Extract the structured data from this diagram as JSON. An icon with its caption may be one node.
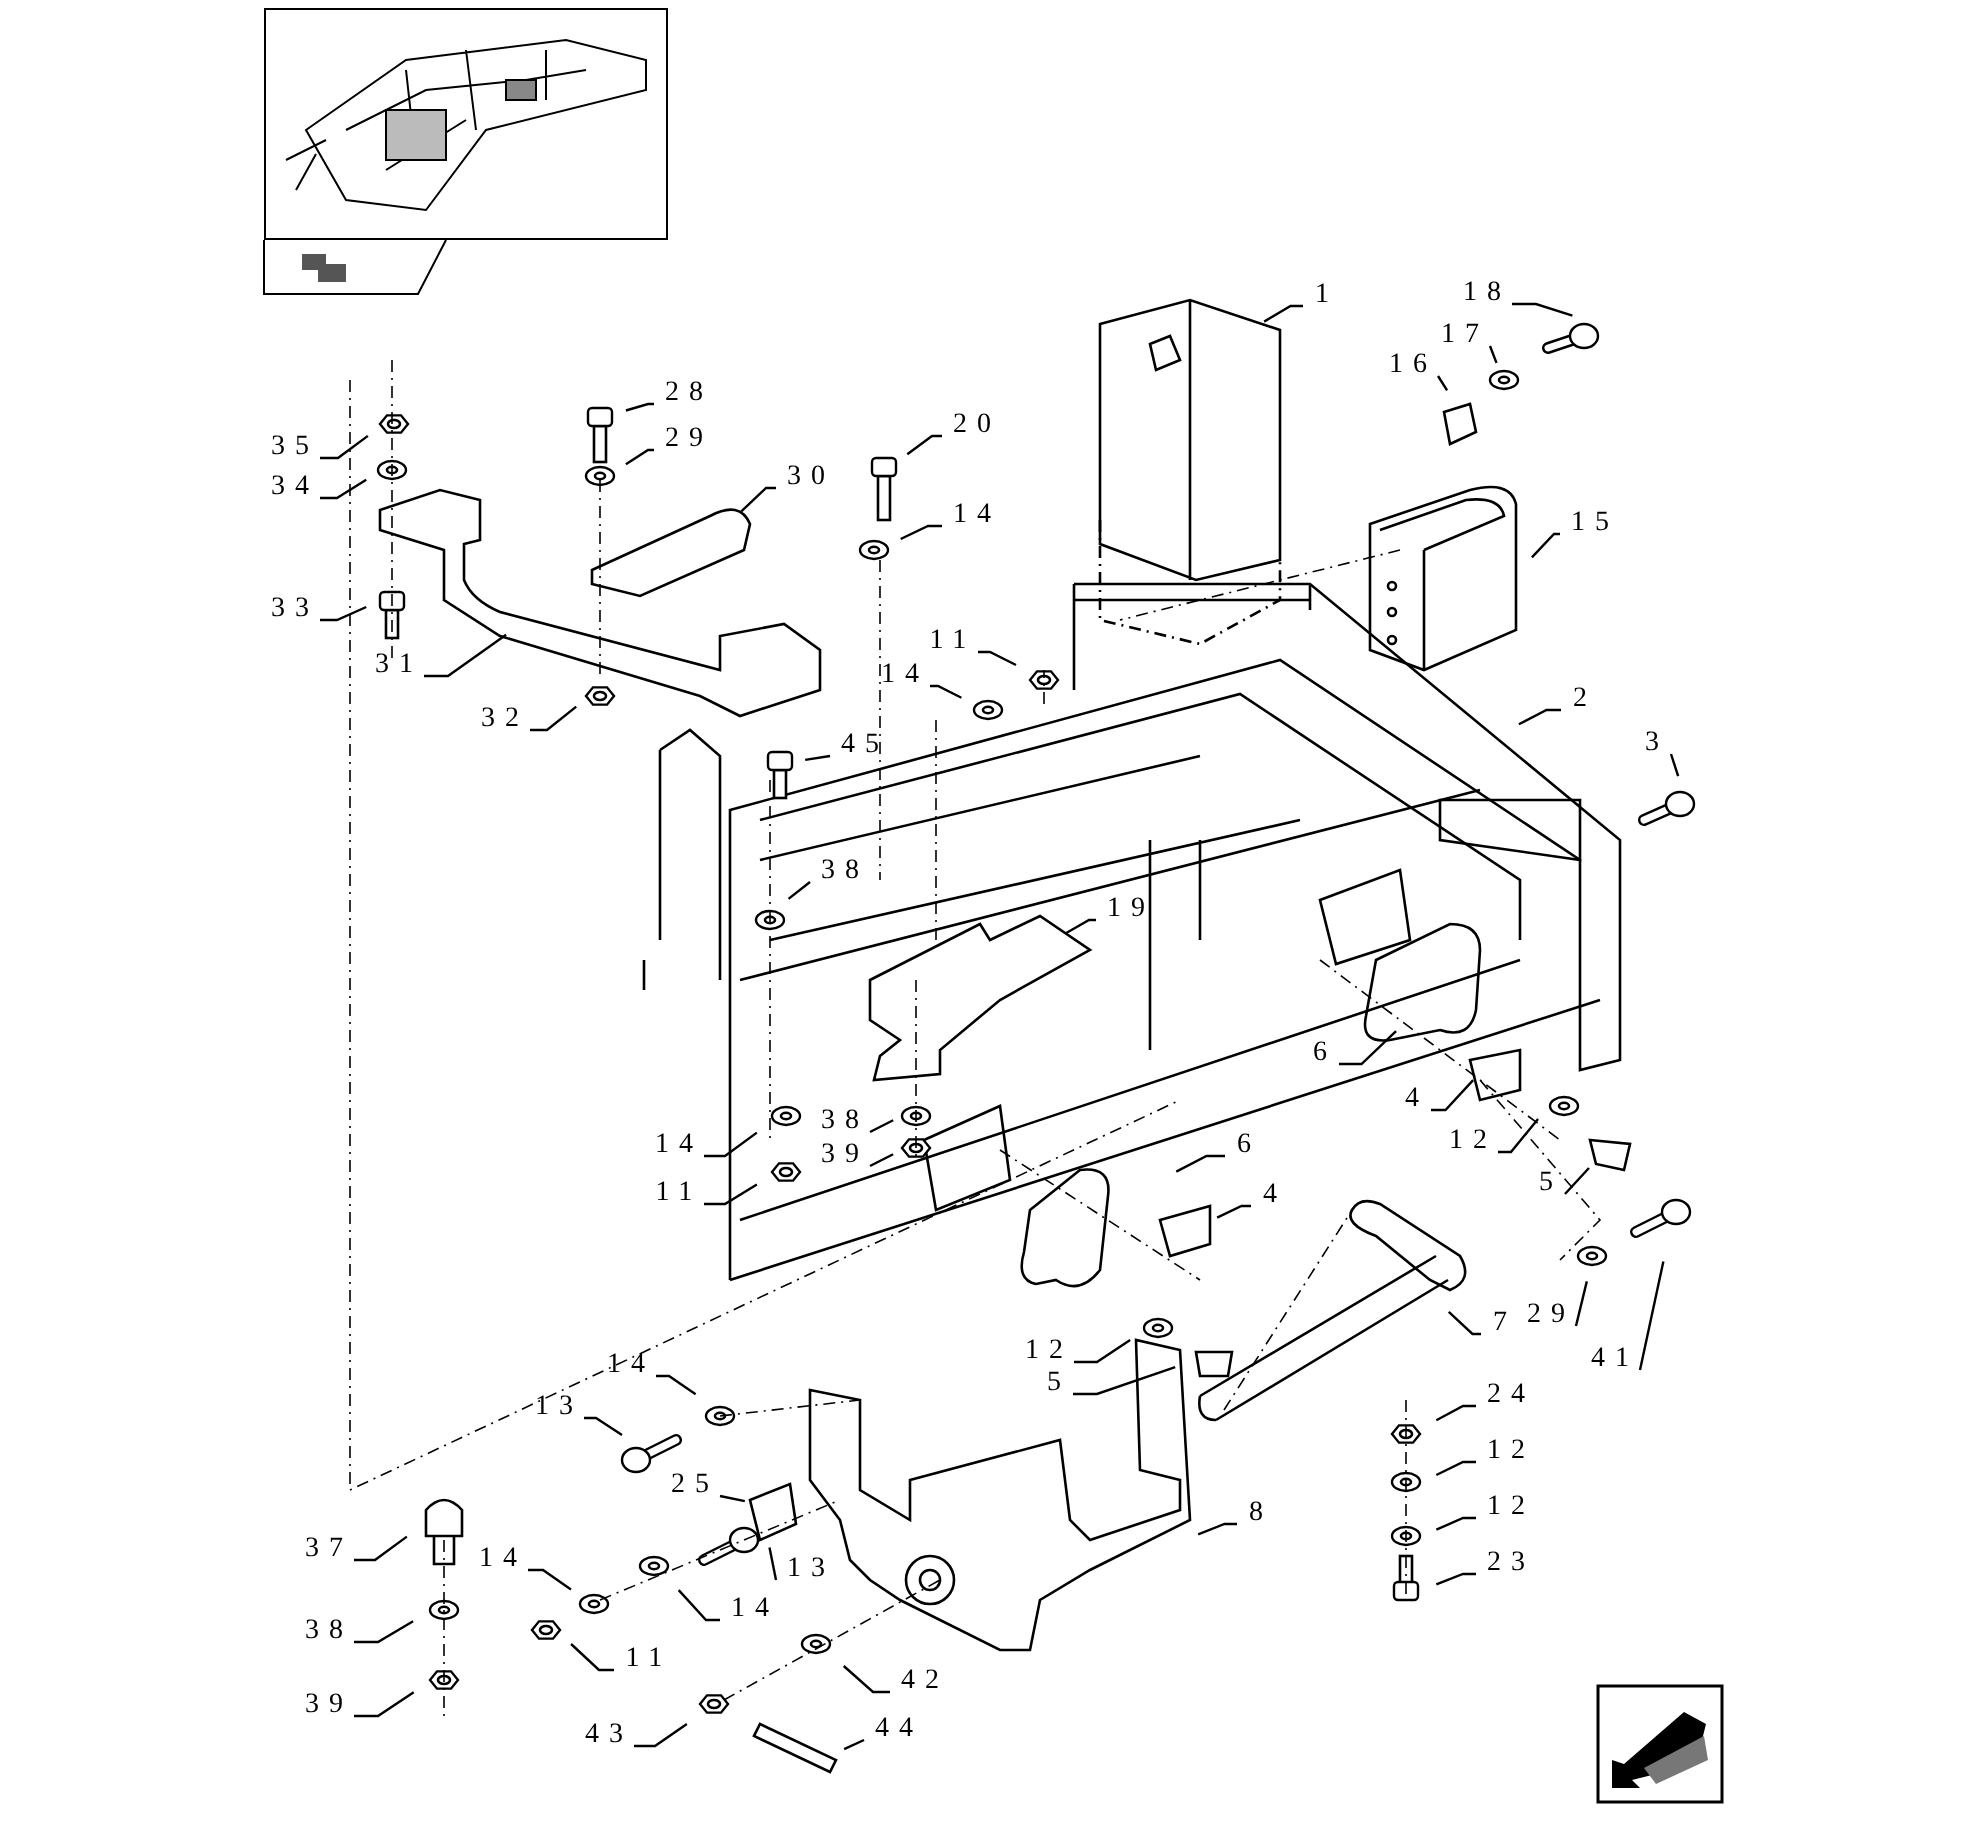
{
  "diagram": {
    "nodes": [
      {
        "text": [
          "1"
        ]
      },
      {
        "text": [
          "18"
        ]
      },
      {
        "text": [
          "17"
        ]
      },
      {
        "text": [
          "16"
        ]
      },
      {
        "text": [
          "15"
        ]
      },
      {
        "text": [
          "2"
        ]
      },
      {
        "text": [
          "3"
        ]
      },
      {
        "text": [
          "28"
        ]
      },
      {
        "text": [
          "29"
        ]
      },
      {
        "text": [
          "30"
        ]
      },
      {
        "text": [
          "20"
        ]
      },
      {
        "text": [
          "14"
        ]
      },
      {
        "text": [
          "35"
        ]
      },
      {
        "text": [
          "34"
        ]
      },
      {
        "text": [
          "33"
        ]
      },
      {
        "text": [
          "31"
        ]
      },
      {
        "text": [
          "32"
        ]
      },
      {
        "text": [
          "11"
        ]
      },
      {
        "text": [
          "14"
        ]
      },
      {
        "text": [
          "45"
        ]
      },
      {
        "text": [
          "38"
        ]
      },
      {
        "text": [
          "19"
        ]
      },
      {
        "text": [
          "6"
        ]
      },
      {
        "text": [
          "4"
        ]
      },
      {
        "text": [
          "12"
        ]
      },
      {
        "text": [
          "5"
        ]
      },
      {
        "text": [
          "14"
        ]
      },
      {
        "text": [
          "11"
        ]
      },
      {
        "text": [
          "38"
        ]
      },
      {
        "text": [
          "39"
        ]
      },
      {
        "text": [
          "6"
        ]
      },
      {
        "text": [
          "4"
        ]
      },
      {
        "text": [
          "12"
        ]
      },
      {
        "text": [
          "5"
        ]
      },
      {
        "text": [
          "7"
        ]
      },
      {
        "text": [
          "29"
        ]
      },
      {
        "text": [
          "41"
        ]
      },
      {
        "text": [
          "14"
        ]
      },
      {
        "text": [
          "13"
        ]
      },
      {
        "text": [
          "25"
        ]
      },
      {
        "text": [
          "13"
        ]
      },
      {
        "text": [
          "14"
        ]
      },
      {
        "text": [
          "14"
        ]
      },
      {
        "text": [
          "11"
        ]
      },
      {
        "text": [
          "37"
        ]
      },
      {
        "text": [
          "38"
        ]
      },
      {
        "text": [
          "39"
        ]
      },
      {
        "text": [
          "43"
        ]
      },
      {
        "text": [
          "44"
        ]
      },
      {
        "text": [
          "42"
        ]
      },
      {
        "text": [
          "8"
        ]
      },
      {
        "text": [
          "24"
        ]
      },
      {
        "text": [
          "12"
        ]
      },
      {
        "text": [
          "12"
        ]
      },
      {
        "text": [
          "23"
        ]
      }
    ],
    "edges": [
      {
        "from": 0,
        "to": null,
        "arrow": "none"
      },
      {
        "from": 1,
        "to": null,
        "arrow": "none"
      },
      {
        "from": 2,
        "to": null,
        "arrow": "none"
      },
      {
        "from": 3,
        "to": null,
        "arrow": "none"
      },
      {
        "from": 4,
        "to": null,
        "arrow": "none"
      },
      {
        "from": 5,
        "to": null,
        "arrow": "none"
      },
      {
        "from": 6,
        "to": null,
        "arrow": "none"
      },
      {
        "from": 7,
        "to": null,
        "arrow": "none"
      },
      {
        "from": 8,
        "to": null,
        "arrow": "none"
      },
      {
        "from": 9,
        "to": null,
        "arrow": "none"
      },
      {
        "from": 10,
        "to": null,
        "arrow": "none"
      },
      {
        "from": 11,
        "to": null,
        "arrow": "none"
      },
      {
        "from": 12,
        "to": null,
        "arrow": "none"
      },
      {
        "from": 13,
        "to": null,
        "arrow": "none"
      },
      {
        "from": 14,
        "to": null,
        "arrow": "none"
      },
      {
        "from": 15,
        "to": null,
        "arrow": "none"
      },
      {
        "from": 16,
        "to": null,
        "arrow": "none"
      },
      {
        "from": 17,
        "to": null,
        "arrow": "none"
      },
      {
        "from": 18,
        "to": null,
        "arrow": "none"
      },
      {
        "from": 19,
        "to": null,
        "arrow": "none"
      },
      {
        "from": 20,
        "to": null,
        "arrow": "none"
      },
      {
        "from": 21,
        "to": null,
        "arrow": "none"
      },
      {
        "from": 22,
        "to": null,
        "arrow": "none"
      },
      {
        "from": 23,
        "to": null,
        "arrow": "none"
      },
      {
        "from": 24,
        "to": null,
        "arrow": "none"
      },
      {
        "from": 25,
        "to": null,
        "arrow": "none"
      },
      {
        "from": 26,
        "to": null,
        "arrow": "none"
      },
      {
        "from": 27,
        "to": null,
        "arrow": "none"
      },
      {
        "from": 28,
        "to": null,
        "arrow": "none"
      },
      {
        "from": 29,
        "to": null,
        "arrow": "none"
      },
      {
        "from": 30,
        "to": null,
        "arrow": "none"
      },
      {
        "from": 31,
        "to": null,
        "arrow": "none"
      },
      {
        "from": 32,
        "to": null,
        "arrow": "none"
      },
      {
        "from": 33,
        "to": null,
        "arrow": "none"
      },
      {
        "from": 34,
        "to": null,
        "arrow": "none"
      },
      {
        "from": 35,
        "to": null,
        "arrow": "none"
      },
      {
        "from": 36,
        "to": null,
        "arrow": "none"
      },
      {
        "from": 37,
        "to": null,
        "arrow": "none"
      },
      {
        "from": 38,
        "to": null,
        "arrow": "none"
      },
      {
        "from": 39,
        "to": null,
        "arrow": "none"
      },
      {
        "from": 40,
        "to": null,
        "arrow": "none"
      },
      {
        "from": 41,
        "to": null,
        "arrow": "none"
      },
      {
        "from": 42,
        "to": null,
        "arrow": "none"
      },
      {
        "from": 43,
        "to": null,
        "arrow": "none"
      },
      {
        "from": 44,
        "to": null,
        "arrow": "none"
      },
      {
        "from": 45,
        "to": null,
        "arrow": "none"
      },
      {
        "from": 46,
        "to": null,
        "arrow": "none"
      },
      {
        "from": 47,
        "to": null,
        "arrow": "none"
      },
      {
        "from": 48,
        "to": null,
        "arrow": "none"
      },
      {
        "from": 49,
        "to": null,
        "arrow": "none"
      },
      {
        "from": 50,
        "to": null,
        "arrow": "none"
      },
      {
        "from": 51,
        "to": null,
        "arrow": "none"
      },
      {
        "from": 52,
        "to": null,
        "arrow": "none"
      },
      {
        "from": 53,
        "to": null,
        "arrow": "none"
      },
      {
        "from": 54,
        "to": null,
        "arrow": "none"
      }
    ]
  }
}
